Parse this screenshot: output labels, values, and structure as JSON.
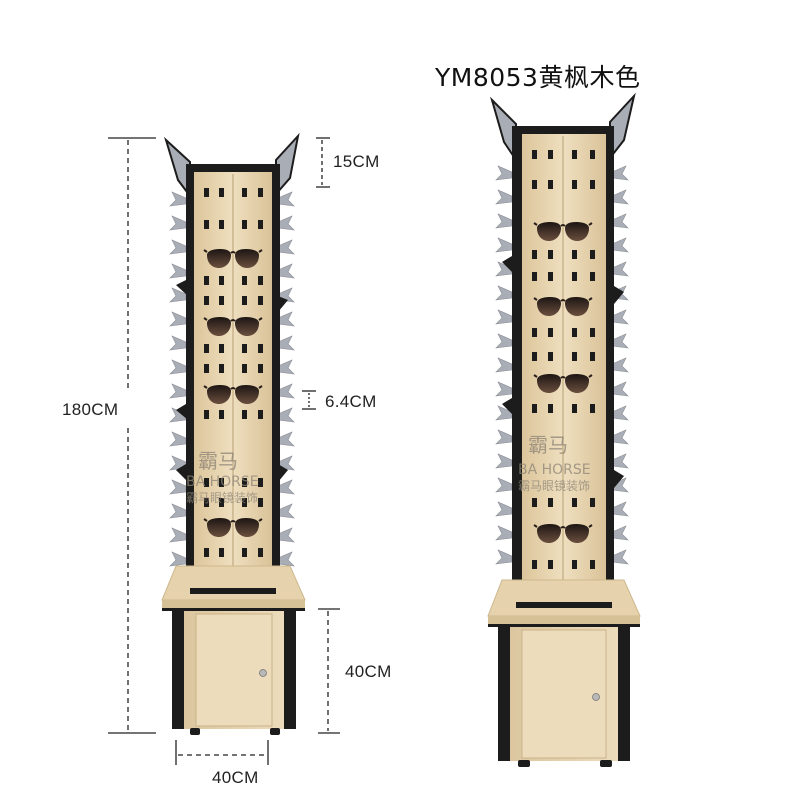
{
  "product": {
    "model_label": "YM8053黄枫木色"
  },
  "dimensions": {
    "total_height": "180CM",
    "top_wing": "15CM",
    "slot_spacing": "6.4CM",
    "cabinet_height": "40CM",
    "base_width": "40CM"
  },
  "watermark": {
    "line1": "霸马",
    "line2": "BA HORSE",
    "line3": "霸马眼镜装饰"
  },
  "colors": {
    "maple_wood": "#e6d2ac",
    "maple_light": "#eddcbb",
    "black_frame": "#1c1c1c",
    "gray_holder": "#a9adb5",
    "lens_tint": "#3a2a22"
  }
}
